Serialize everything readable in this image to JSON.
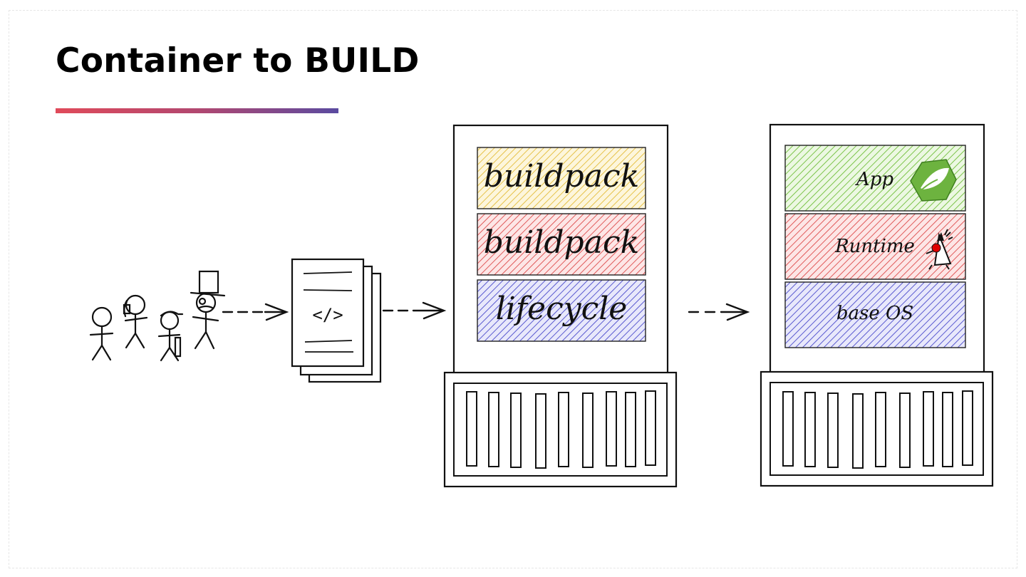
{
  "title": "Container to BUILD",
  "colors": {
    "accent_start": "#e04a5a",
    "accent_end": "#5a4aa0",
    "yellow": "#e6c24a",
    "red": "#e05a5a",
    "blue": "#5a5ad0",
    "green": "#7cc44a"
  },
  "build_container": {
    "layers": [
      {
        "label": "buildpack",
        "color": "yellow"
      },
      {
        "label": "buildpack",
        "color": "red"
      },
      {
        "label": "lifecycle",
        "color": "blue"
      }
    ]
  },
  "output_container": {
    "layers": [
      {
        "label": "App",
        "color": "green",
        "icon": "spring-leaf-icon"
      },
      {
        "label": "Runtime",
        "color": "red",
        "icon": "java-duke-icon"
      },
      {
        "label": "base OS",
        "color": "blue",
        "icon": ""
      }
    ]
  },
  "source_document": {
    "label": "</>",
    "icon": "code-document-icon"
  },
  "people": {
    "icon": "developers-group-icon"
  }
}
